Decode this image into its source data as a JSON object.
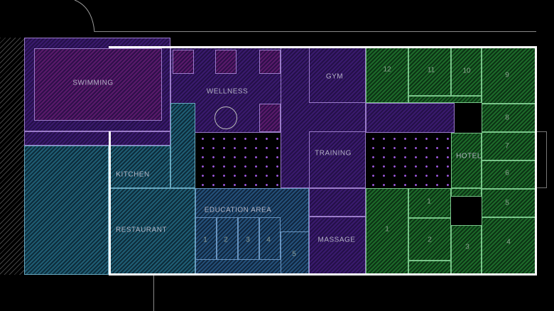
{
  "zones": {
    "swimming": "SWIMMING",
    "wellness": "WELLNESS",
    "gym": "GYM",
    "training": "TRAINING",
    "kitchen": "KITCHEN",
    "restaurant": "RESTAURANT",
    "education": "EDUCATION AREA",
    "massage": "MASSAGE",
    "hotel": "HOTEL"
  },
  "education_rooms": [
    "1",
    "2",
    "3",
    "4",
    "5"
  ],
  "hotel_rooms": [
    "12",
    "11",
    "10",
    "9",
    "8",
    "7",
    "6",
    "5",
    "4",
    "3",
    "2",
    "1",
    "1"
  ],
  "colors": {
    "wellness": "#3a1a6e",
    "hotel": "#1d6a2a",
    "food": "#1f5d74",
    "education": "#24507a",
    "outline": "#ffffff"
  }
}
